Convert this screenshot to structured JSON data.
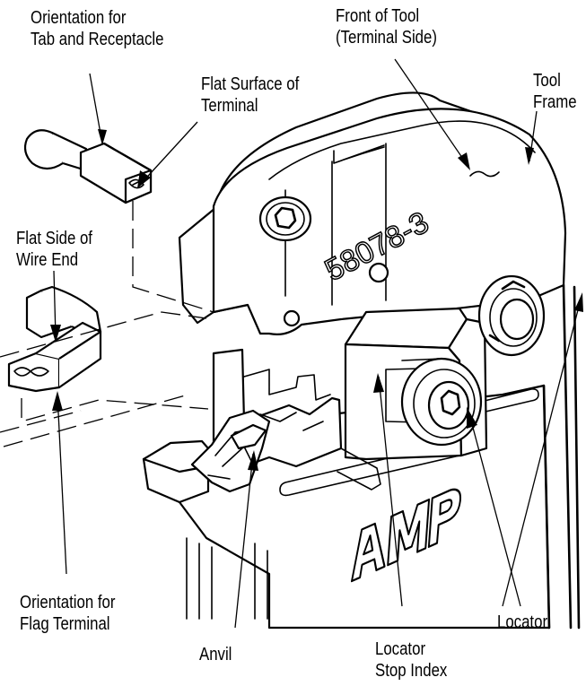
{
  "diagram": {
    "part_number": "58078-3"
  },
  "labels": {
    "orientation_tab": {
      "line1": "Orientation for",
      "line2": "Tab and Receptacle"
    },
    "flat_surface": {
      "line1": "Flat Surface of",
      "line2": "Terminal"
    },
    "front_of_tool": {
      "line1": "Front of Tool",
      "line2": "(Terminal Side)"
    },
    "tool_frame": {
      "line1": "Tool",
      "line2": "Frame"
    },
    "flat_side": {
      "line1": "Flat Side of",
      "line2": "Wire End"
    },
    "orientation_flag": {
      "line1": "Orientation for",
      "line2": "Flag Terminal"
    },
    "anvil": {
      "line1": "Anvil"
    },
    "locator_stop": {
      "line1": "Locator",
      "line2": "Stop Index"
    },
    "locator": {
      "line1": "Locator"
    }
  },
  "logo_text": "AMP"
}
